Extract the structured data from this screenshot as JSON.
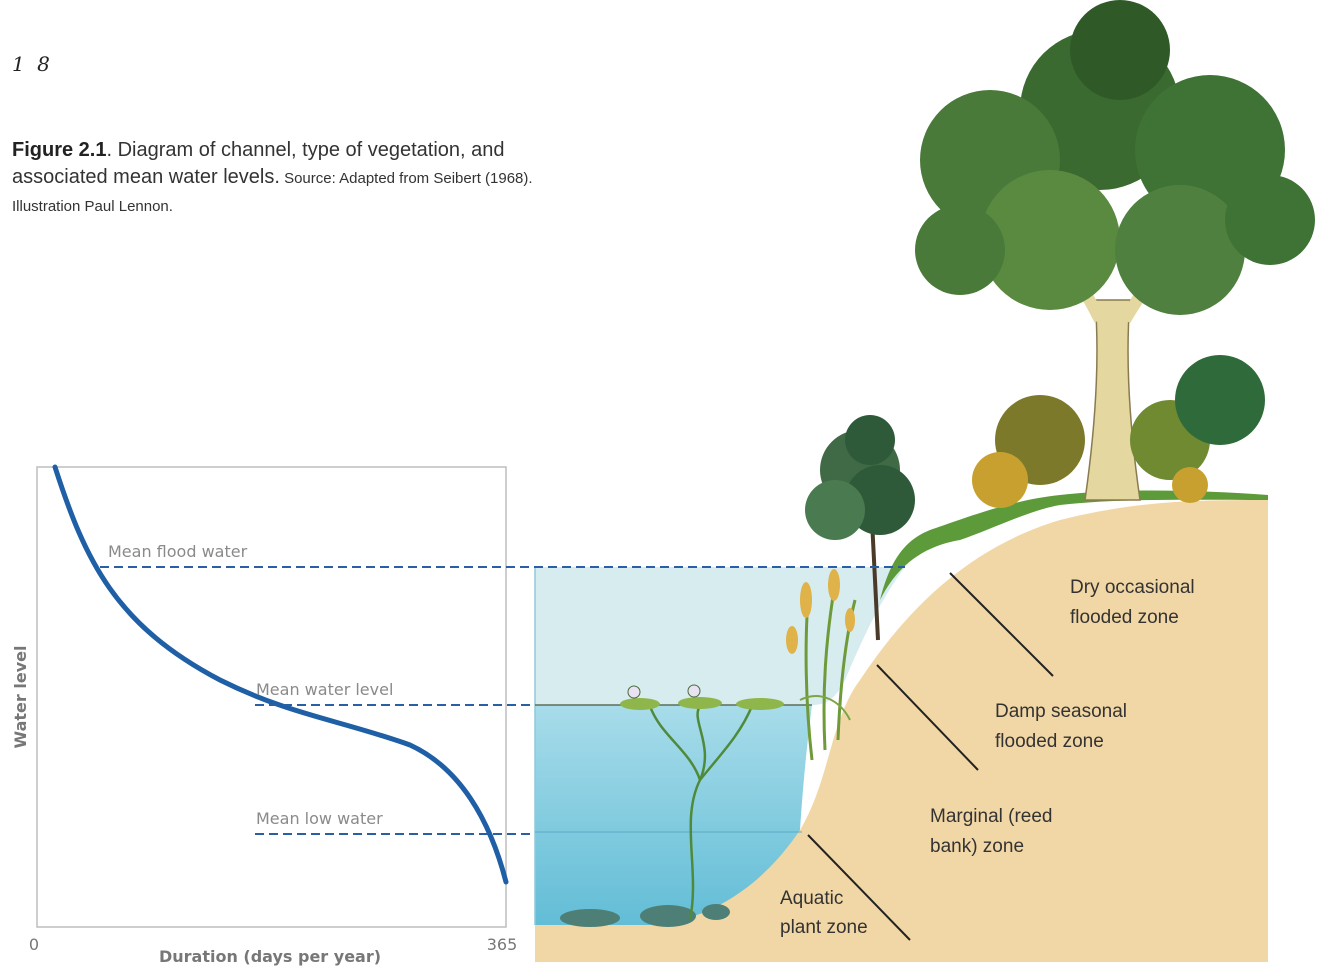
{
  "page_number": "1 8",
  "caption": {
    "figure_label": "Figure 2.1",
    "text": ". Diagram of channel, type of vegetation, and associated mean water levels.",
    "source": " Source: Adapted from Seibert (1968). Illustration Paul Lennon."
  },
  "graph": {
    "y_axis_label": "Water level",
    "x_axis_label": "Duration (days per year)",
    "x_min_label": "0",
    "x_max_label": "365"
  },
  "water_levels": {
    "flood": "Mean flood water",
    "mean": "Mean water level",
    "low": "Mean low water"
  },
  "zones": {
    "dry_line1": "Dry occasional",
    "dry_line2": "flooded zone",
    "damp_line1": "Damp seasonal",
    "damp_line2": "flooded zone",
    "marginal_line1": "Marginal (reed",
    "marginal_line2": "bank) zone",
    "aquatic_line1": "Aquatic",
    "aquatic_line2": "plant zone"
  },
  "colors": {
    "curve": "#1f5fa6",
    "dashed_line": "#2a5fa5",
    "water_upper": "#d6ecef",
    "water_lower": "#7fcbe0",
    "sand": "#f2d7a6",
    "foliage": "#2f6a3a"
  }
}
